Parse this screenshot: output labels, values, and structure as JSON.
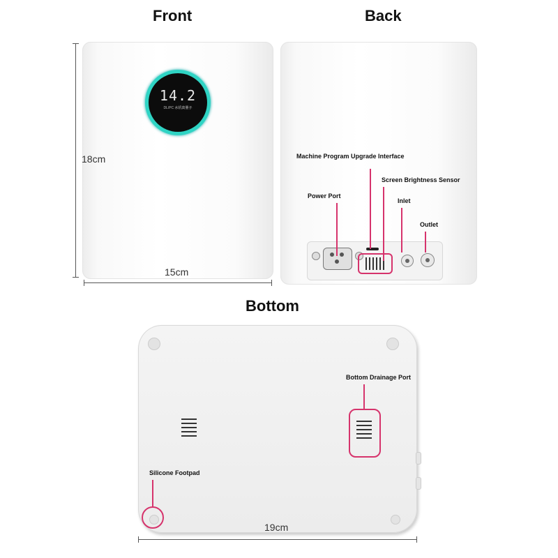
{
  "views": {
    "front": "Front",
    "back": "Back",
    "bottom": "Bottom"
  },
  "dimensions": {
    "height": "18cm",
    "width": "15cm",
    "length": "19cm"
  },
  "display": {
    "value": "14.2",
    "subtext": "DL/PC 水机高量子"
  },
  "callouts": {
    "upgrade_interface": "Machine Program Upgrade Interface",
    "brightness_sensor": "Screen Brightness Sensor",
    "power_port": "Power Port",
    "inlet": "Inlet",
    "outlet": "Outlet",
    "drainage_port": "Bottom Drainage Port",
    "footpad": "Silicone Footpad"
  },
  "colors": {
    "accent": "#d6336c",
    "display_ring": "#2fd4c4"
  }
}
